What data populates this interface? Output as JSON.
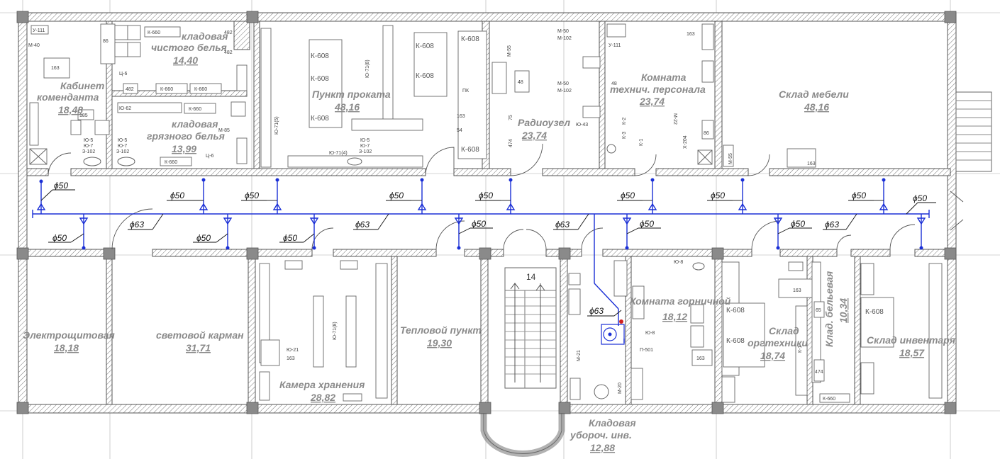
{
  "rooms": [
    {
      "name": "Кабинет",
      "name2": "коменданта",
      "area": "18,48"
    },
    {
      "name": "кладовая",
      "name2": "чистого белья",
      "area": "14,40"
    },
    {
      "name": "кладовая",
      "name2": "грязного белья",
      "area": "13,99"
    },
    {
      "name": "Пункт проката",
      "name2": "",
      "area": "48,16"
    },
    {
      "name": "Радиоузел",
      "name2": "",
      "area": "23,74"
    },
    {
      "name": "Комната",
      "name2": "технич. персонала",
      "area": "23,74"
    },
    {
      "name": "Склад мебели",
      "name2": "",
      "area": "48,16"
    },
    {
      "name": "Электрощитовая",
      "name2": "",
      "area": "18,18"
    },
    {
      "name": "световой карман",
      "name2": "",
      "area": "31,71"
    },
    {
      "name": "Камера хранения",
      "name2": "",
      "area": "28,82"
    },
    {
      "name": "Тепловой пункт",
      "name2": "",
      "area": "19,30"
    },
    {
      "name": "Кладовая",
      "name2": "убороч. инв.",
      "area": "12,88"
    },
    {
      "name": "Комната горничной",
      "name2": "",
      "area": "18,12"
    },
    {
      "name": "Склад",
      "name2": "оргтехники",
      "area": "18,74"
    },
    {
      "name": "Клад. бельевая",
      "name2": "",
      "area": "10,34"
    },
    {
      "name": "Склад инвентаря",
      "name2": "",
      "area": "18,57"
    }
  ],
  "stair_number": "14",
  "pipe_labels": {
    "d50": "ϕ50",
    "d63": "ϕ63"
  },
  "furniture_labels": {
    "k660": "К-660",
    "k608": "К-608",
    "u111": "У-111",
    "m55": "М-55",
    "m85": "М-85",
    "m40": "М-40",
    "m50": "М-50",
    "m102": "М-102",
    "c6": "Ц-6",
    "n482": "482",
    "n86": "86",
    "n163": "163",
    "n48": "48",
    "n75": "75",
    "n474": "474",
    "n54": "54",
    "n65": "65",
    "n162": "Ю-62",
    "pk": "ПК",
    "u5": "Ю-5",
    "u7": "Ю-7",
    "z102": "З-102",
    "u71_8": "Ю-71(8)",
    "u71_5": "Ю-71(5)",
    "u71_4": "Ю-71(4)",
    "u21": "Ю-21",
    "u43": "Ю-43",
    "m20": "М-20",
    "m21": "М-21",
    "m22": "М-22",
    "k1": "К-1",
    "k2": "К-2",
    "k3": "К-3",
    "x204": "Х-204",
    "p501": "П-501",
    "u8": "Ю-8",
    "n185": "185"
  },
  "colors": {
    "pipe": "#1a2fd6",
    "wall_hatch": "#777777",
    "room_text": "#8a8a8a"
  }
}
